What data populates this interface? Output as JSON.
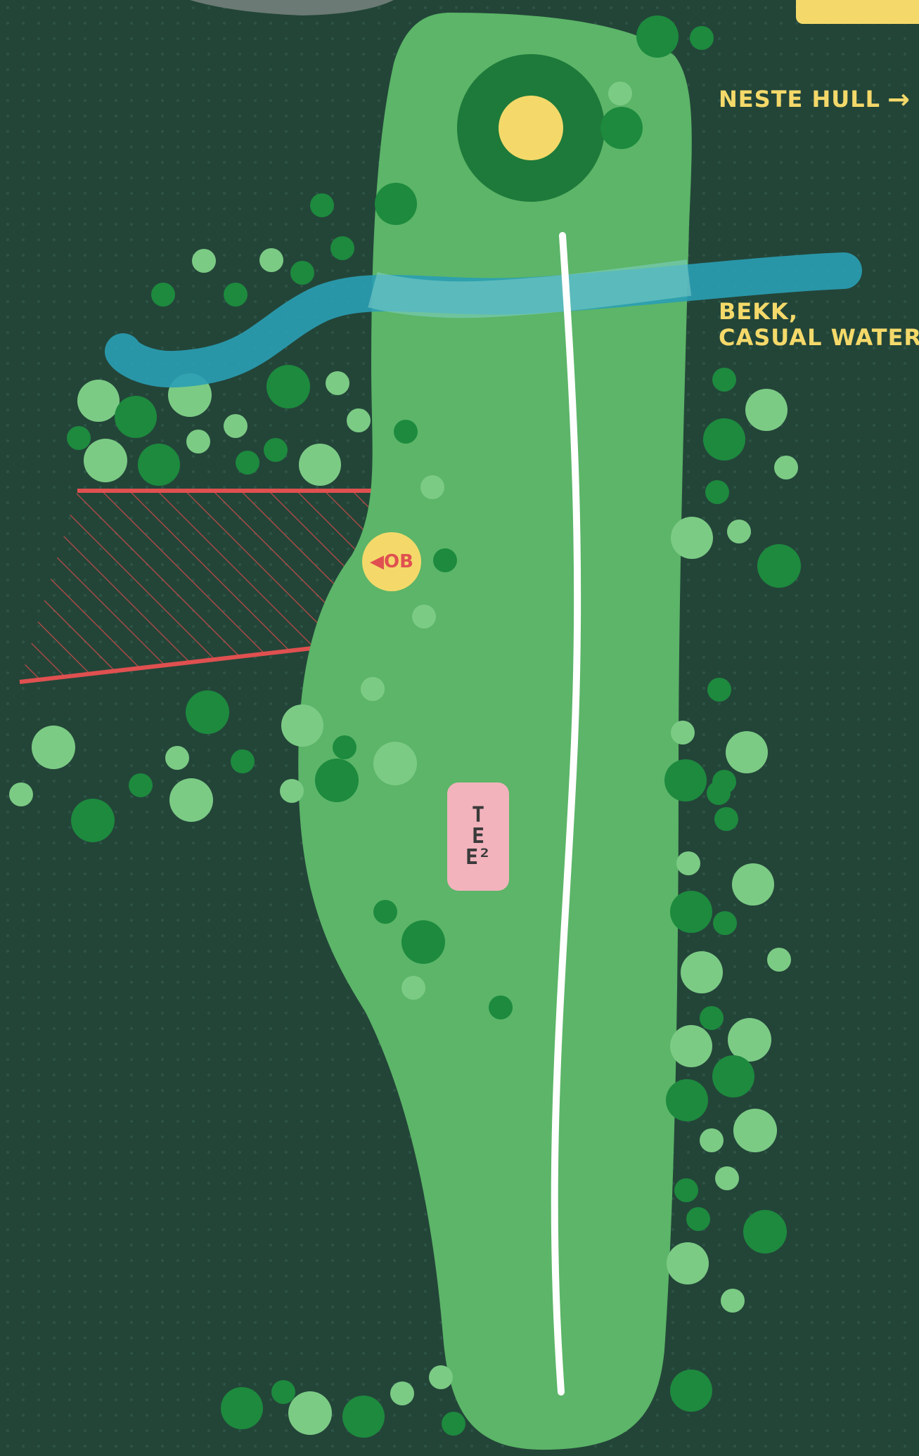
{
  "labels": {
    "next_hole": "NESTE HULL",
    "next_hole_arrow": "→",
    "water_line1": "BEKK,",
    "water_line2": "CASUAL WATER",
    "ob": "◀OB",
    "tee_letters": [
      "T",
      "E",
      "E²"
    ]
  },
  "colors": {
    "background": "#234538",
    "fairway": "#5cb568",
    "green_ring": "#1e7a3a",
    "pin": "#f4d96a",
    "water": "#2a9fb5",
    "ob_line": "#e05050",
    "label": "#f4d96a",
    "tee": "#f2b3bc",
    "tree_dark": "#1d8a3e",
    "tree_light": "#7ccb85"
  },
  "icons": {
    "next_hole_arrow": "arrow-right-icon",
    "pin": "pin-icon",
    "tee": "tee-marker-icon"
  }
}
